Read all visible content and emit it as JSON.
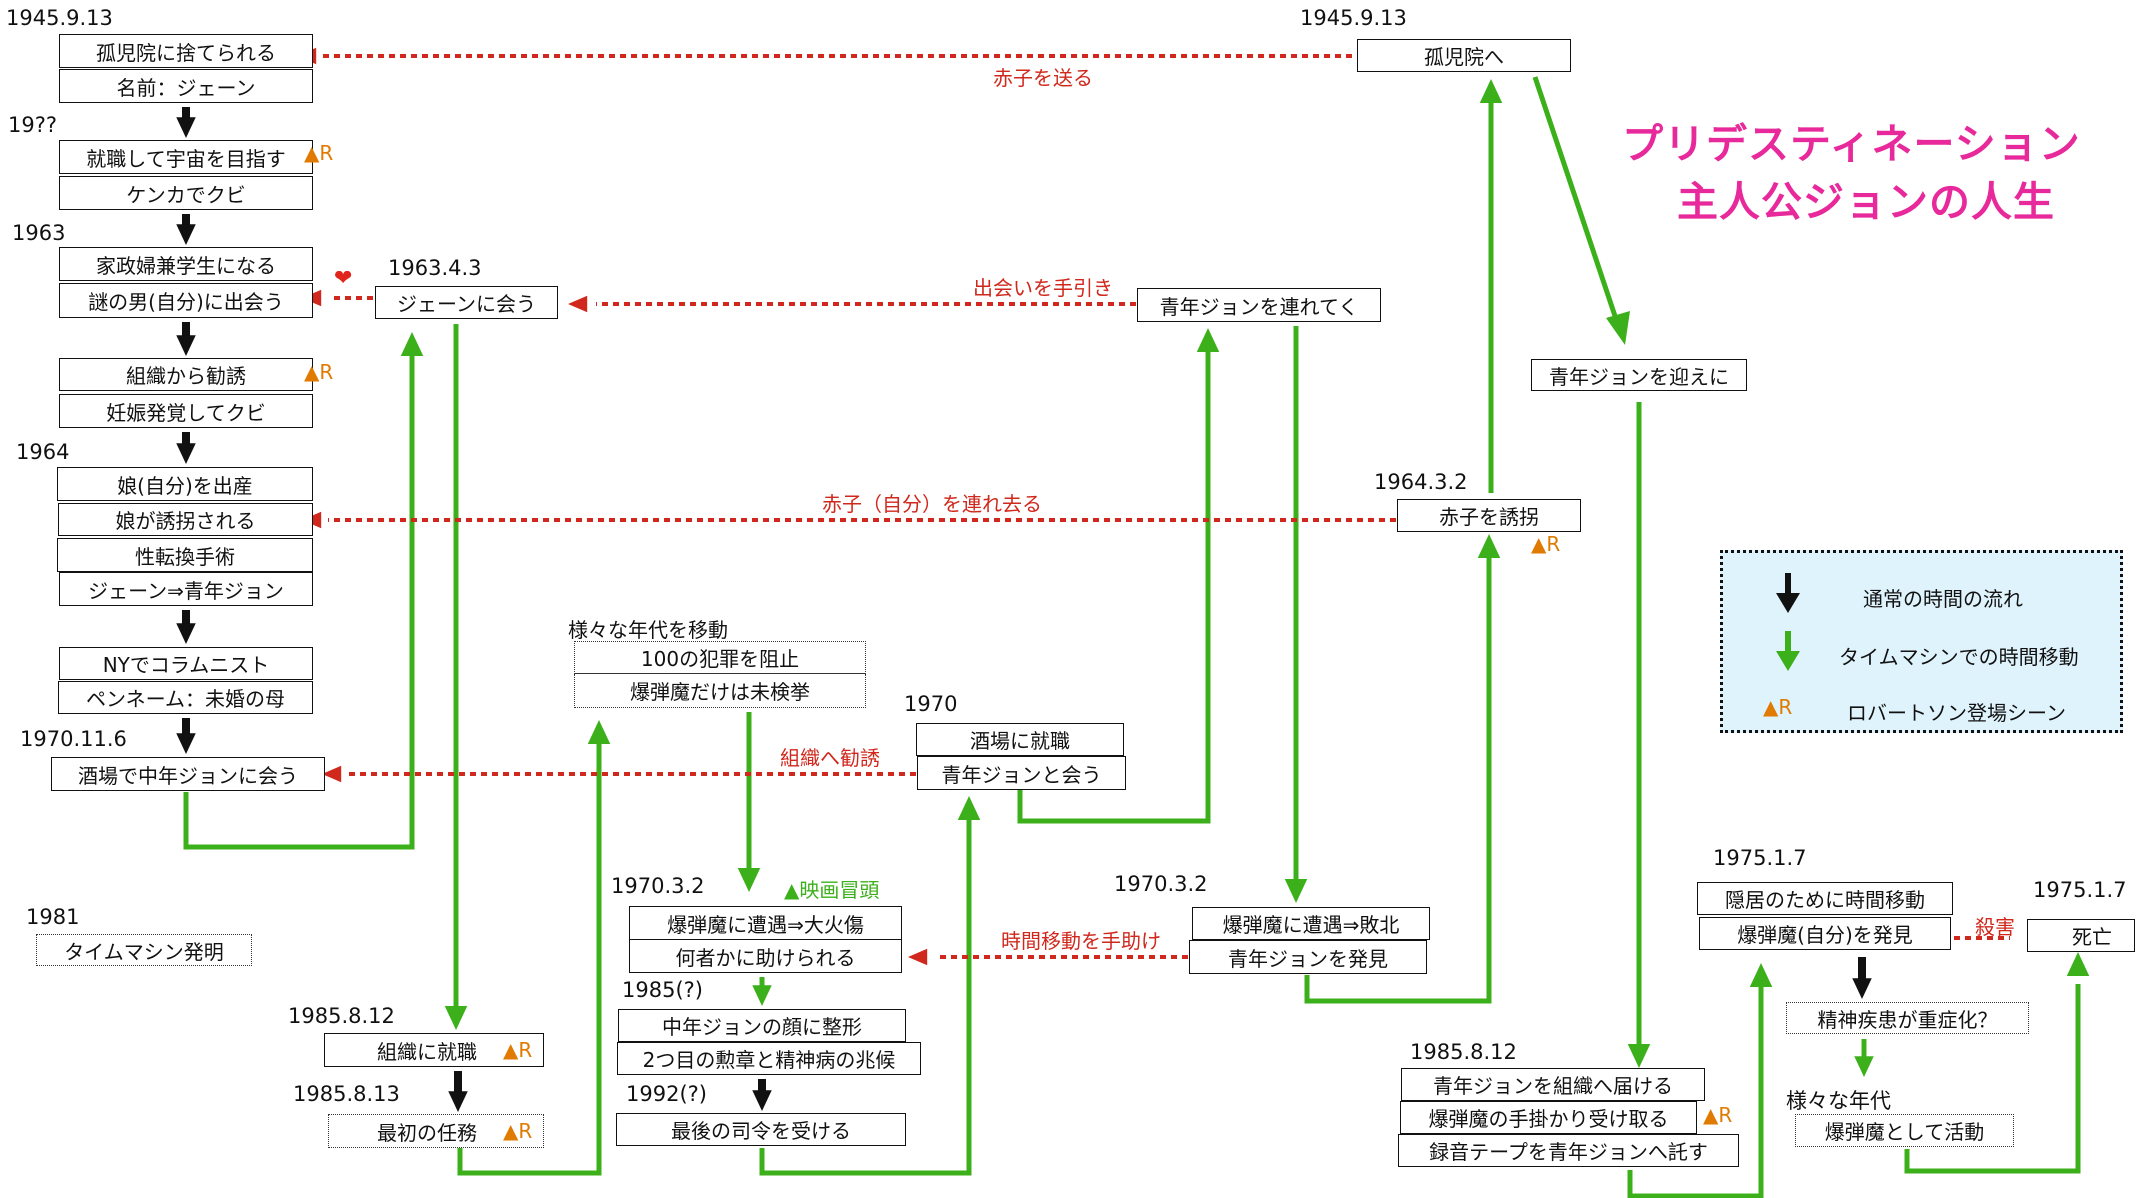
{
  "title": {
    "line1": "プリデスティネーション",
    "line2": "主人公ジョンの人生"
  },
  "colors": {
    "normal_flow": "#111111",
    "time_travel": "#3cb01b",
    "interaction": "#d0281c",
    "robertson": "#e07a00",
    "title": "#e8299b",
    "legend_bg": "#dff3fc"
  },
  "dates": {
    "d1945_left": "1945.9.13",
    "d19xx": "19??",
    "d1963": "1963",
    "d1964": "1964",
    "d1970_11_6": "1970.11.6",
    "d1981": "1981",
    "d1963_4_3": "1963.4.3",
    "d_various": "様々な年代を移動",
    "d1970": "1970",
    "d1970_3_2_a": "1970.3.2",
    "d1985_q": "1985(?)",
    "d1992_q": "1992(?)",
    "d1985_8_12_a": "1985.8.12",
    "d1985_8_13": "1985.8.13",
    "d1970_3_2_b": "1970.3.2",
    "d1945_right": "1945.9.13",
    "d1964_3_2": "1964.3.2",
    "d1985_8_12_b": "1985.8.12",
    "d1975_a": "1975.1.7",
    "d1975_b": "1975.1.7",
    "d_various2": "様々な年代"
  },
  "boxes": {
    "orphanage_abandoned": "孤児院に捨てられる",
    "name_jane": "名前：ジェーン",
    "job_space": "就職して宇宙を目指す",
    "fired_fight": "ケンカでクビ",
    "housekeeper_student": "家政婦兼学生になる",
    "meet_mystery_man": "謎の男(自分)に出会う",
    "recruited": "組織から勧誘",
    "pregnancy_fired": "妊娠発覚してクビ",
    "give_birth": "娘(自分)を出産",
    "daughter_kidnapped": "娘が誘拐される",
    "sex_change": "性転換手術",
    "jane_to_john": "ジェーン⇒青年ジョン",
    "ny_columnist": "NYでコラムニスト",
    "pen_name": "ペンネーム：未婚の母",
    "bar_meet_middle_john": "酒場で中年ジョンに会う",
    "time_machine": "タイムマシン発明",
    "meet_jane": "ジェーンに会う",
    "stop_100_crimes": "100の犯罪を阻止",
    "bomber_uncaught": "爆弾魔だけは未検挙",
    "bar_job": "酒場に就職",
    "meet_young_john": "青年ジョンと会う",
    "take_young_john": "青年ジョンを連れてく",
    "to_orphanage": "孤児院へ",
    "pick_up_young_john": "青年ジョンを迎えに",
    "kidnap_baby": "赤子を誘拐",
    "bomber_burn": "爆弾魔に遭遇⇒大火傷",
    "saved_by_someone": "何者かに助けられる",
    "face_surgery": "中年ジョンの顔に整形",
    "second_medal": "2つ目の勲章と精神病の兆候",
    "last_order": "最後の司令を受ける",
    "join_org": "組織に就職",
    "first_mission": "最初の任務",
    "bomber_defeat": "爆弾魔に遭遇⇒敗北",
    "find_young_john": "青年ジョンを発見",
    "deliver_young_john": "青年ジョンを組織へ届ける",
    "receive_bomber_clue": "爆弾魔の手掛かり受け取る",
    "entrust_tape": "録音テープを青年ジョンへ託す",
    "retire_travel": "隠居のために時間移動",
    "find_bomber_self": "爆弾魔(自分)を発見",
    "death": "死亡",
    "mental_illness": "精神疾患が重症化？",
    "act_as_bomber": "爆弾魔として活動"
  },
  "red_labels": {
    "send_baby": "赤子を送る",
    "guide_meeting": "出会いを手引き",
    "take_baby_away": "赤子（自分）を連れ去る",
    "recruit_to_org": "組織へ勧誘",
    "help_time_travel": "時間移動を手助け",
    "kill": "殺害"
  },
  "marks": {
    "robertson": "▲R",
    "movie_opening": "▲映画冒頭",
    "heart_icon": "❤"
  },
  "legend": {
    "normal_flow": "通常の時間の流れ",
    "time_travel": "タイムマシンでの時間移動",
    "robertson_scene_mark": "▲R",
    "robertson_scene": "ロバートソン登場シーン"
  }
}
